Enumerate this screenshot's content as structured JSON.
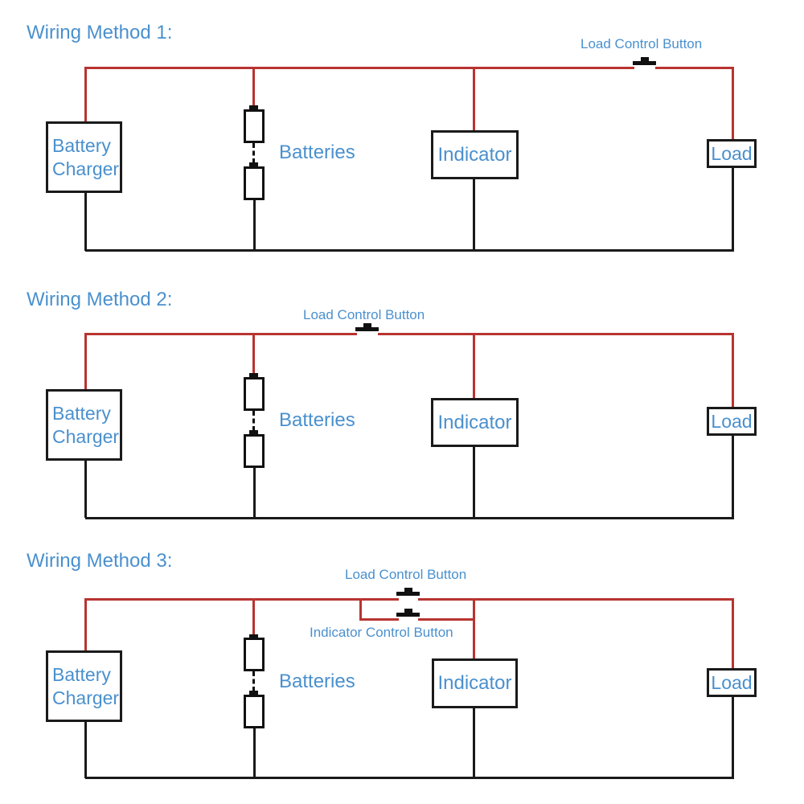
{
  "colors": {
    "positive_wire": "#b83430",
    "negative_wire": "#1a1a1a",
    "label_text": "#4a90ce"
  },
  "methods": [
    {
      "title": "Wiring Method 1:",
      "labels": {
        "load_control": "Load Control Button",
        "charger_line1": "Battery",
        "charger_line2": "Charger",
        "batteries": "Batteries",
        "indicator": "Indicator",
        "load": "Load"
      }
    },
    {
      "title": "Wiring Method 2:",
      "labels": {
        "load_control": "Load Control Button",
        "charger_line1": "Battery",
        "charger_line2": "Charger",
        "batteries": "Batteries",
        "indicator": "Indicator",
        "load": "Load"
      }
    },
    {
      "title": "Wiring Method 3:",
      "labels": {
        "load_control": "Load Control Button",
        "indicator_control": "Indicator Control Button",
        "charger_line1": "Battery",
        "charger_line2": "Charger",
        "batteries": "Batteries",
        "indicator": "Indicator",
        "load": "Load"
      }
    }
  ]
}
